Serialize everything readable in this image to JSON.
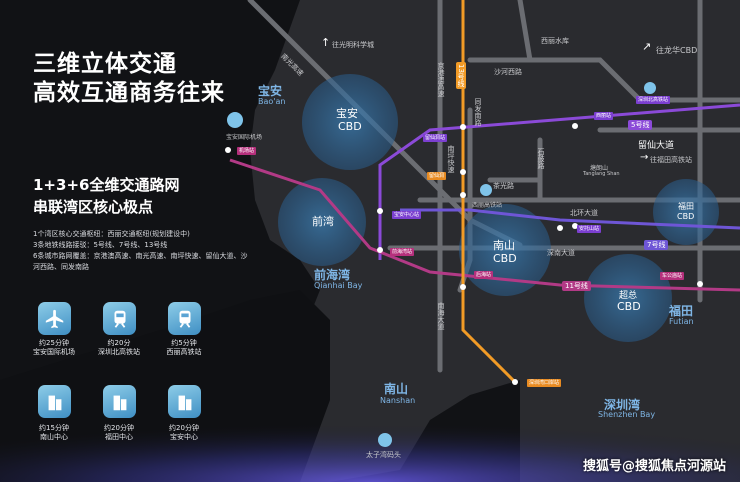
{
  "headline": {
    "line1": "三维立体交通",
    "line2": "高效互通商务往来"
  },
  "subheadline": {
    "line1": "1+3+6全维交通路网",
    "line2": "串联湾区核心极点"
  },
  "description": [
    "1个湾区核心交通枢纽：西丽交通枢纽(规划建设中)",
    "3条地铁线路接驳：5号线、7号线、13号线",
    "6条城市路网覆盖：京港澳高速、南光高速、南坪快速、留仙大道、沙",
    "河西路、同发南路"
  ],
  "travel_times": [
    {
      "icon": "airplane-icon",
      "time": "约25分钟",
      "place": "宝安国际机场"
    },
    {
      "icon": "train-icon",
      "time": "约20分",
      "place": "深圳北高铁站"
    },
    {
      "icon": "train-icon",
      "time": "约5分钟",
      "place": "西丽高铁站"
    },
    {
      "icon": "building-icon",
      "time": "约15分钟",
      "place": "南山中心"
    },
    {
      "icon": "building-icon",
      "time": "约20分钟",
      "place": "福田中心"
    },
    {
      "icon": "building-icon",
      "time": "约20分钟",
      "place": "宝安中心"
    }
  ],
  "map": {
    "cbd_zones": [
      {
        "zh": "宝安",
        "en": "CBD"
      },
      {
        "zh": "前湾",
        "en": ""
      },
      {
        "zh": "南山",
        "en": "CBD"
      },
      {
        "zh": "超总",
        "en": "CBD"
      },
      {
        "zh": "福田",
        "en": "CBD"
      }
    ],
    "areas": [
      {
        "zh": "宝安",
        "en": "Bao'an"
      },
      {
        "zh": "前海湾",
        "en": "Qianhai Bay"
      },
      {
        "zh": "南山",
        "en": "Nanshan"
      },
      {
        "zh": "福田",
        "en": "Futian"
      },
      {
        "zh": "深圳湾",
        "en": "Shenzhen Bay"
      }
    ],
    "roads": [
      "南光高速",
      "沙河西路",
      "同发南路",
      "南坪快速",
      "茶光路",
      "北环大道",
      "深南大道",
      "留仙大道",
      "南海大道",
      "京港澳高速",
      "西丽水库"
    ],
    "directions": [
      "往光明科学城",
      "往龙华CBD",
      "往福田高铁站"
    ],
    "stations": [
      "深圳北高铁站",
      "西丽站",
      "宝安国际机场",
      "机场站",
      "留仙洞",
      "西丽高铁站",
      "宝安中心站",
      "前海湾站",
      "后海站",
      "安托山站",
      "车公庙站",
      "深圳湾口岸站",
      "留仙洞站"
    ],
    "lines": [
      "5号线",
      "7号线",
      "11号线",
      "13号线"
    ],
    "other_labels": [
      "塘朗山",
      "Tanglang Shan",
      "石鼓路",
      "太子湾码头"
    ]
  },
  "watermark": "搜狐号@搜狐焦点河源站",
  "colors": {
    "line5": "#8b4ad8",
    "line7": "#7b5ce0",
    "line11": "#b23a86",
    "line13": "#f29b26",
    "cbd": "#2e6d9e"
  }
}
